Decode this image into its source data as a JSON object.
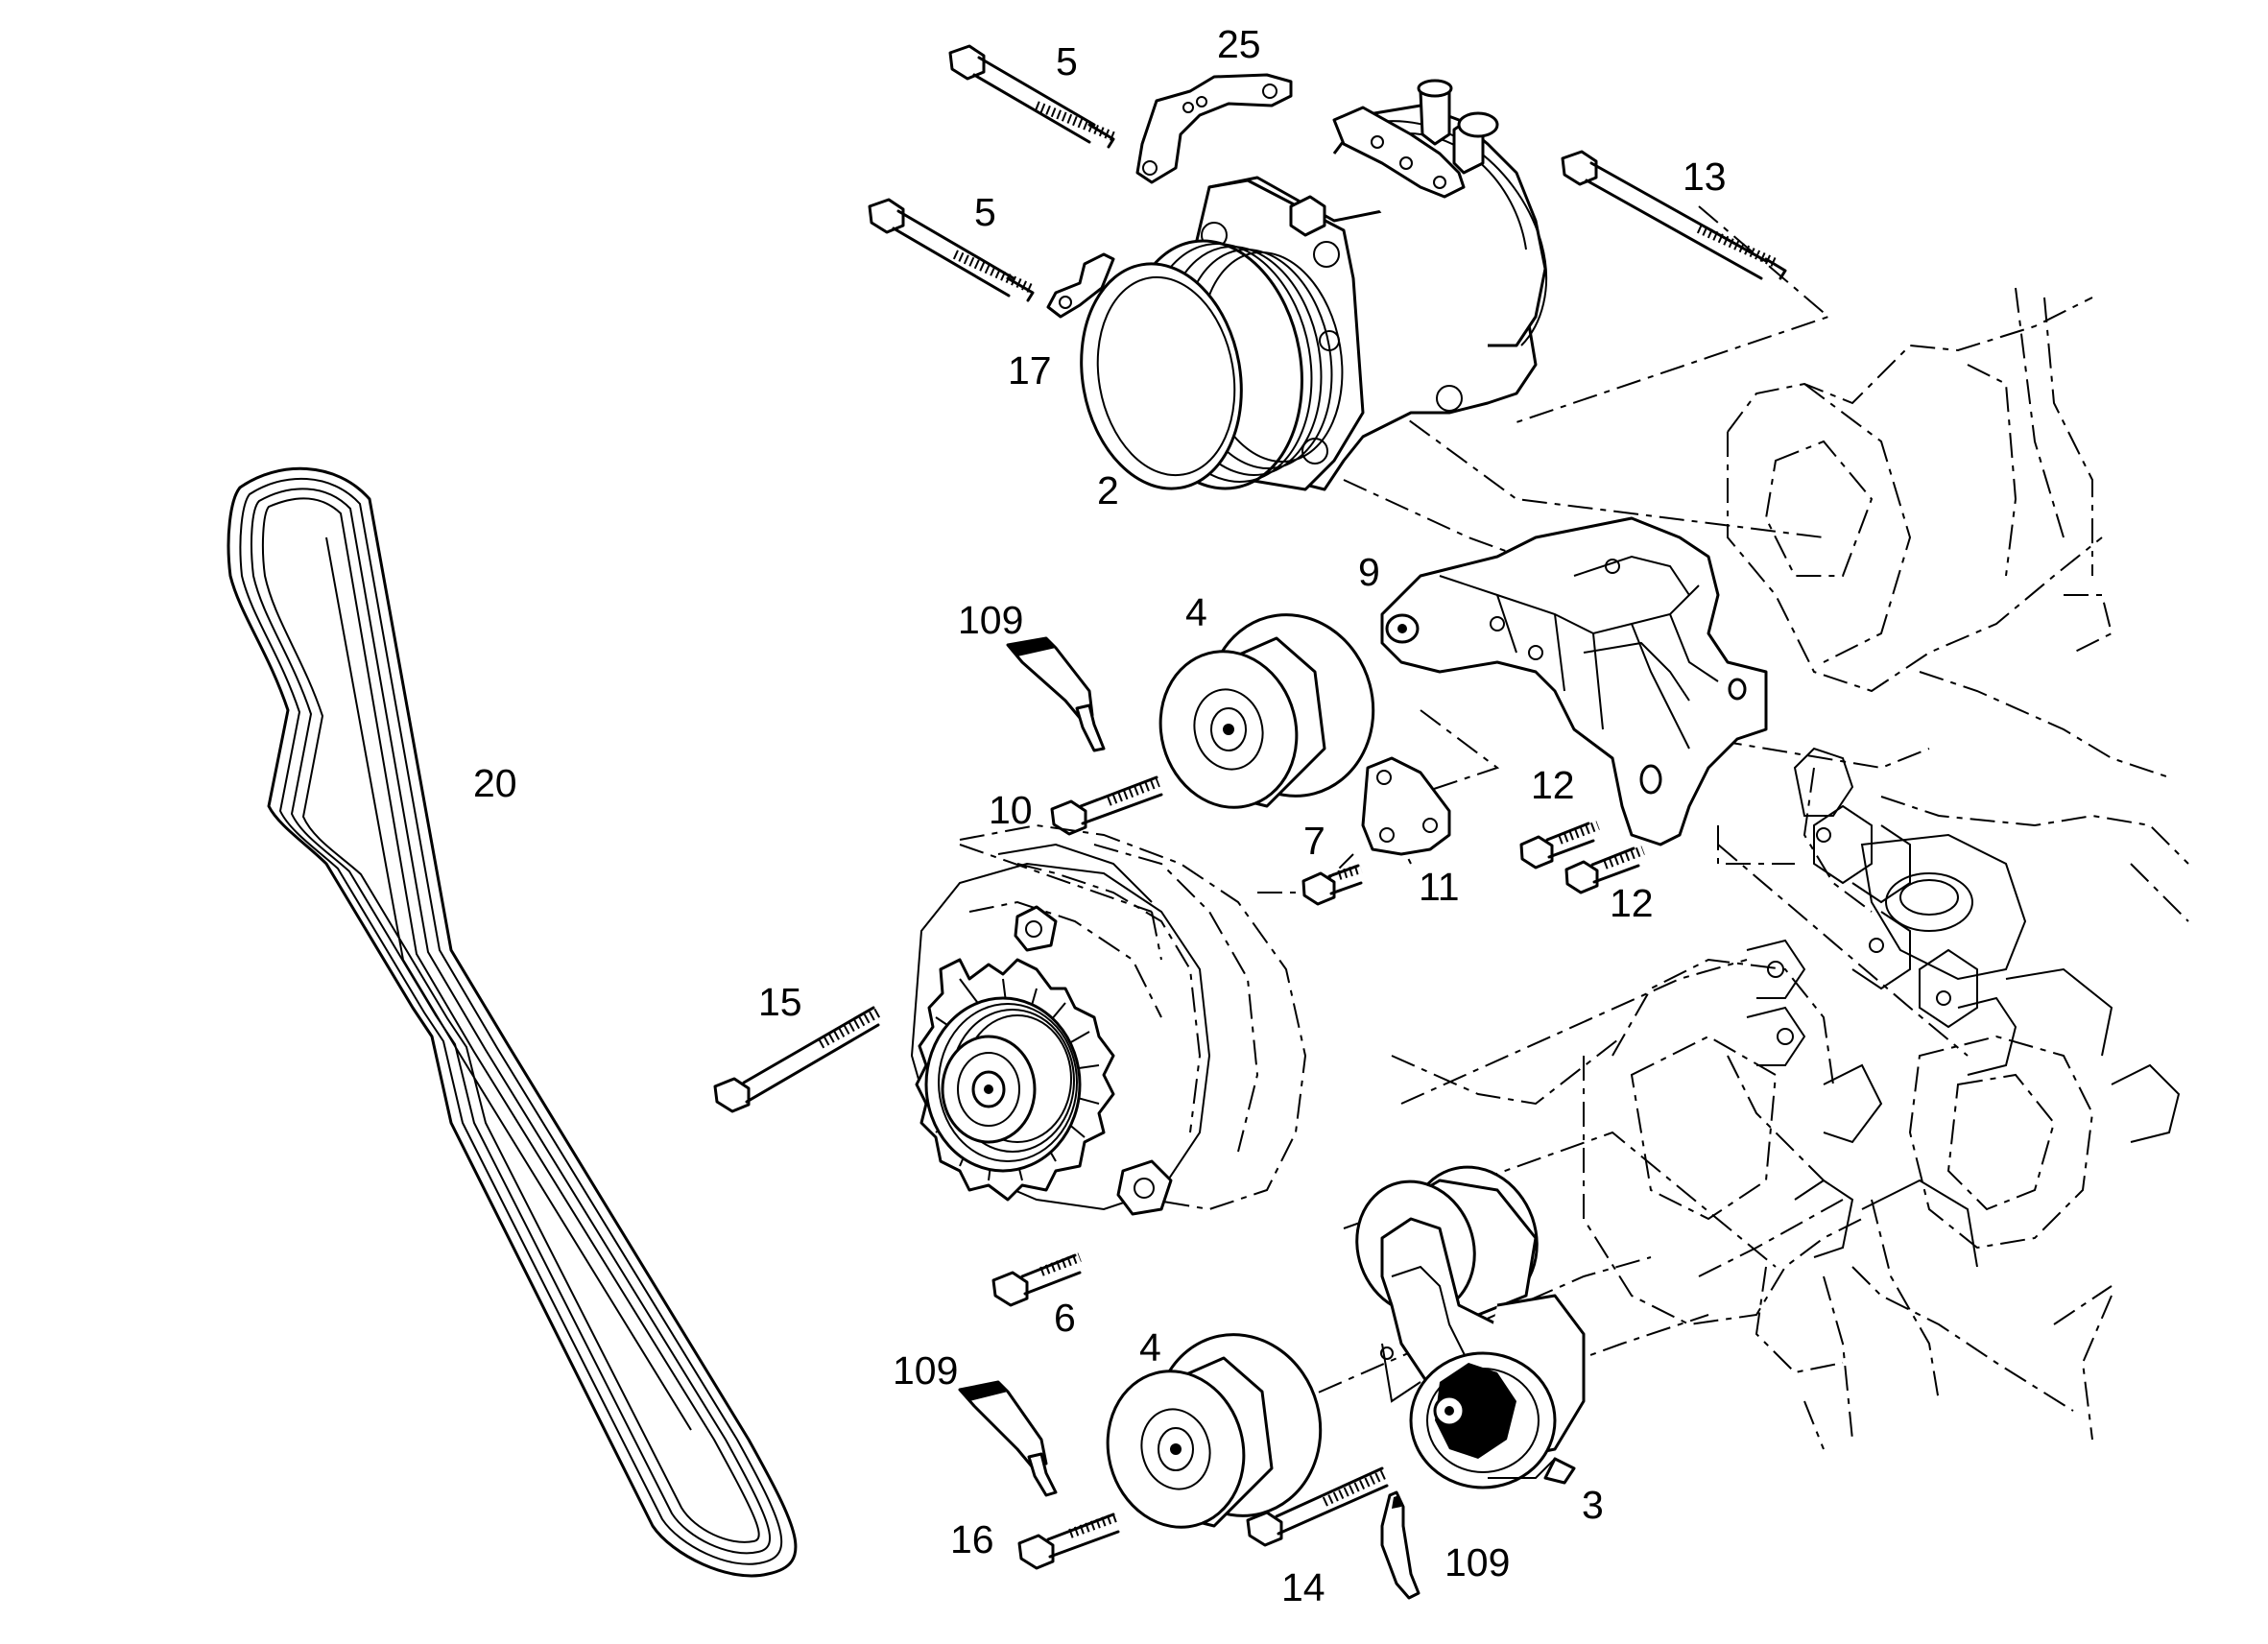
{
  "diagram": {
    "callouts": [
      {
        "id": "c5a",
        "text": "5"
      },
      {
        "id": "c25",
        "text": "25"
      },
      {
        "id": "c13",
        "text": "13"
      },
      {
        "id": "c5b",
        "text": "5"
      },
      {
        "id": "c17",
        "text": "17"
      },
      {
        "id": "c2",
        "text": "2"
      },
      {
        "id": "c9",
        "text": "9"
      },
      {
        "id": "c109a",
        "text": "109"
      },
      {
        "id": "c4a",
        "text": "4"
      },
      {
        "id": "c20",
        "text": "20"
      },
      {
        "id": "c10",
        "text": "10"
      },
      {
        "id": "c12a",
        "text": "12"
      },
      {
        "id": "c7",
        "text": "7"
      },
      {
        "id": "c11",
        "text": "11"
      },
      {
        "id": "c12b",
        "text": "12"
      },
      {
        "id": "c15",
        "text": "15"
      },
      {
        "id": "c6",
        "text": "6"
      },
      {
        "id": "c4b",
        "text": "4"
      },
      {
        "id": "c109b",
        "text": "109"
      },
      {
        "id": "c3",
        "text": "3"
      },
      {
        "id": "c16",
        "text": "16"
      },
      {
        "id": "c14",
        "text": "14"
      },
      {
        "id": "c109c",
        "text": "109"
      }
    ]
  }
}
